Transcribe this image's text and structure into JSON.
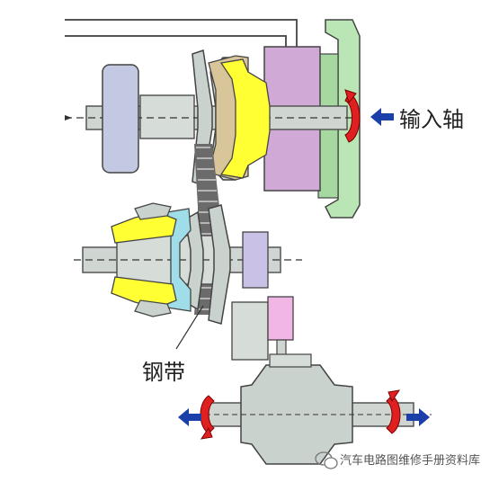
{
  "labels": {
    "input_shaft": "输入轴",
    "steel_belt": "钢带"
  },
  "watermark": {
    "text": "汽车电路图维修手册资料库"
  },
  "colors": {
    "shaft_gray": "#cfd6d2",
    "shaft_dark": "#9aa4a0",
    "pulley_gray": "#c9d2cd",
    "yellow": "#ffff33",
    "tan": "#d9c59a",
    "cyan": "#9fdde8",
    "purple": "#d1a9d6",
    "lavender": "#c9c1e6",
    "pink": "#f1b6e4",
    "green_cover": "#b9e6b4",
    "red_arrow": "#e02020",
    "blue_arrow": "#1a3fa8",
    "belt": "#6b6b6b"
  },
  "icons": {
    "input_arrow": "blue-left-arrow-icon",
    "rotation": "red-rotation-arrow-icon",
    "output_left": "blue-left-arrow-icon",
    "output_right": "blue-right-arrow-icon",
    "watermark_logo": "wechat-logo-icon"
  }
}
